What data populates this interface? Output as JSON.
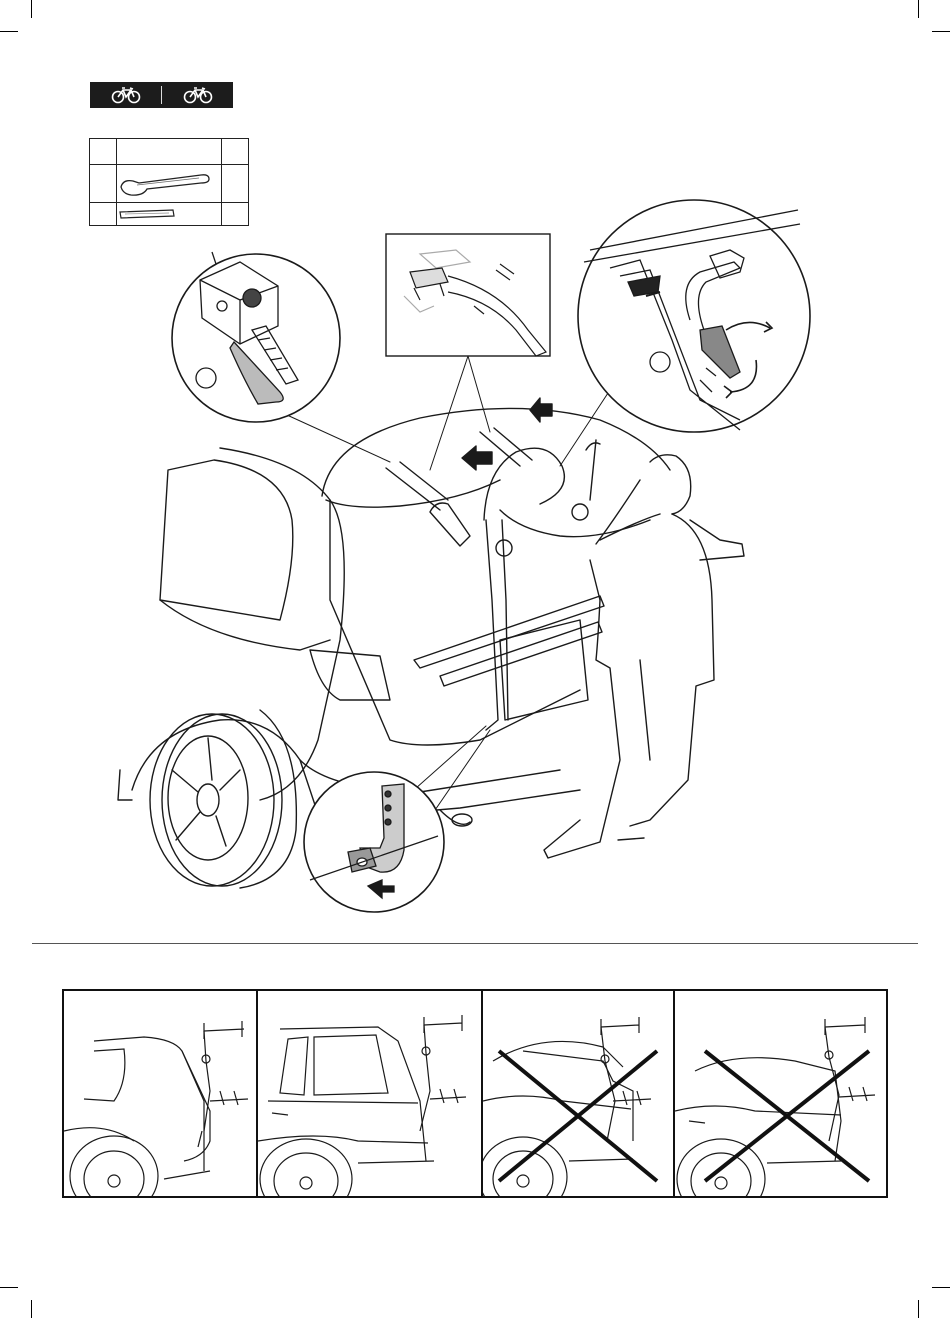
{
  "header": {
    "badge": {
      "left_icon": "bicycle-icon",
      "right_icon": "bicycle-icon"
    }
  },
  "parts_table": {
    "rows": [
      {
        "qty": "",
        "item_icon": "",
        "count": ""
      },
      {
        "qty": "",
        "item_icon": "wrench-key-icon",
        "count": ""
      },
      {
        "qty": "",
        "item_icon": "spacer-strip-icon",
        "count": ""
      }
    ]
  },
  "callouts": [
    {
      "id": "detail-strap-pad",
      "icon": "strap-pad-detail-icon"
    },
    {
      "id": "detail-top-bracket",
      "icon": "top-bracket-detail-icon"
    },
    {
      "id": "detail-strap-tension",
      "icon": "strap-tensioner-detail-icon"
    },
    {
      "id": "detail-lower-hook",
      "icon": "lower-hook-detail-icon"
    }
  ],
  "compatibility": {
    "panels": [
      {
        "vehicle": "hatchback",
        "status": "ok"
      },
      {
        "vehicle": "estate",
        "status": "ok"
      },
      {
        "vehicle": "sedan-spoiler",
        "status": "not-allowed"
      },
      {
        "vehicle": "sedan",
        "status": "not-allowed"
      }
    ]
  },
  "colors": {
    "line": "#1a1a1a",
    "badge_bg": "#1c1c1c",
    "prohibited_cross": "#111111"
  }
}
